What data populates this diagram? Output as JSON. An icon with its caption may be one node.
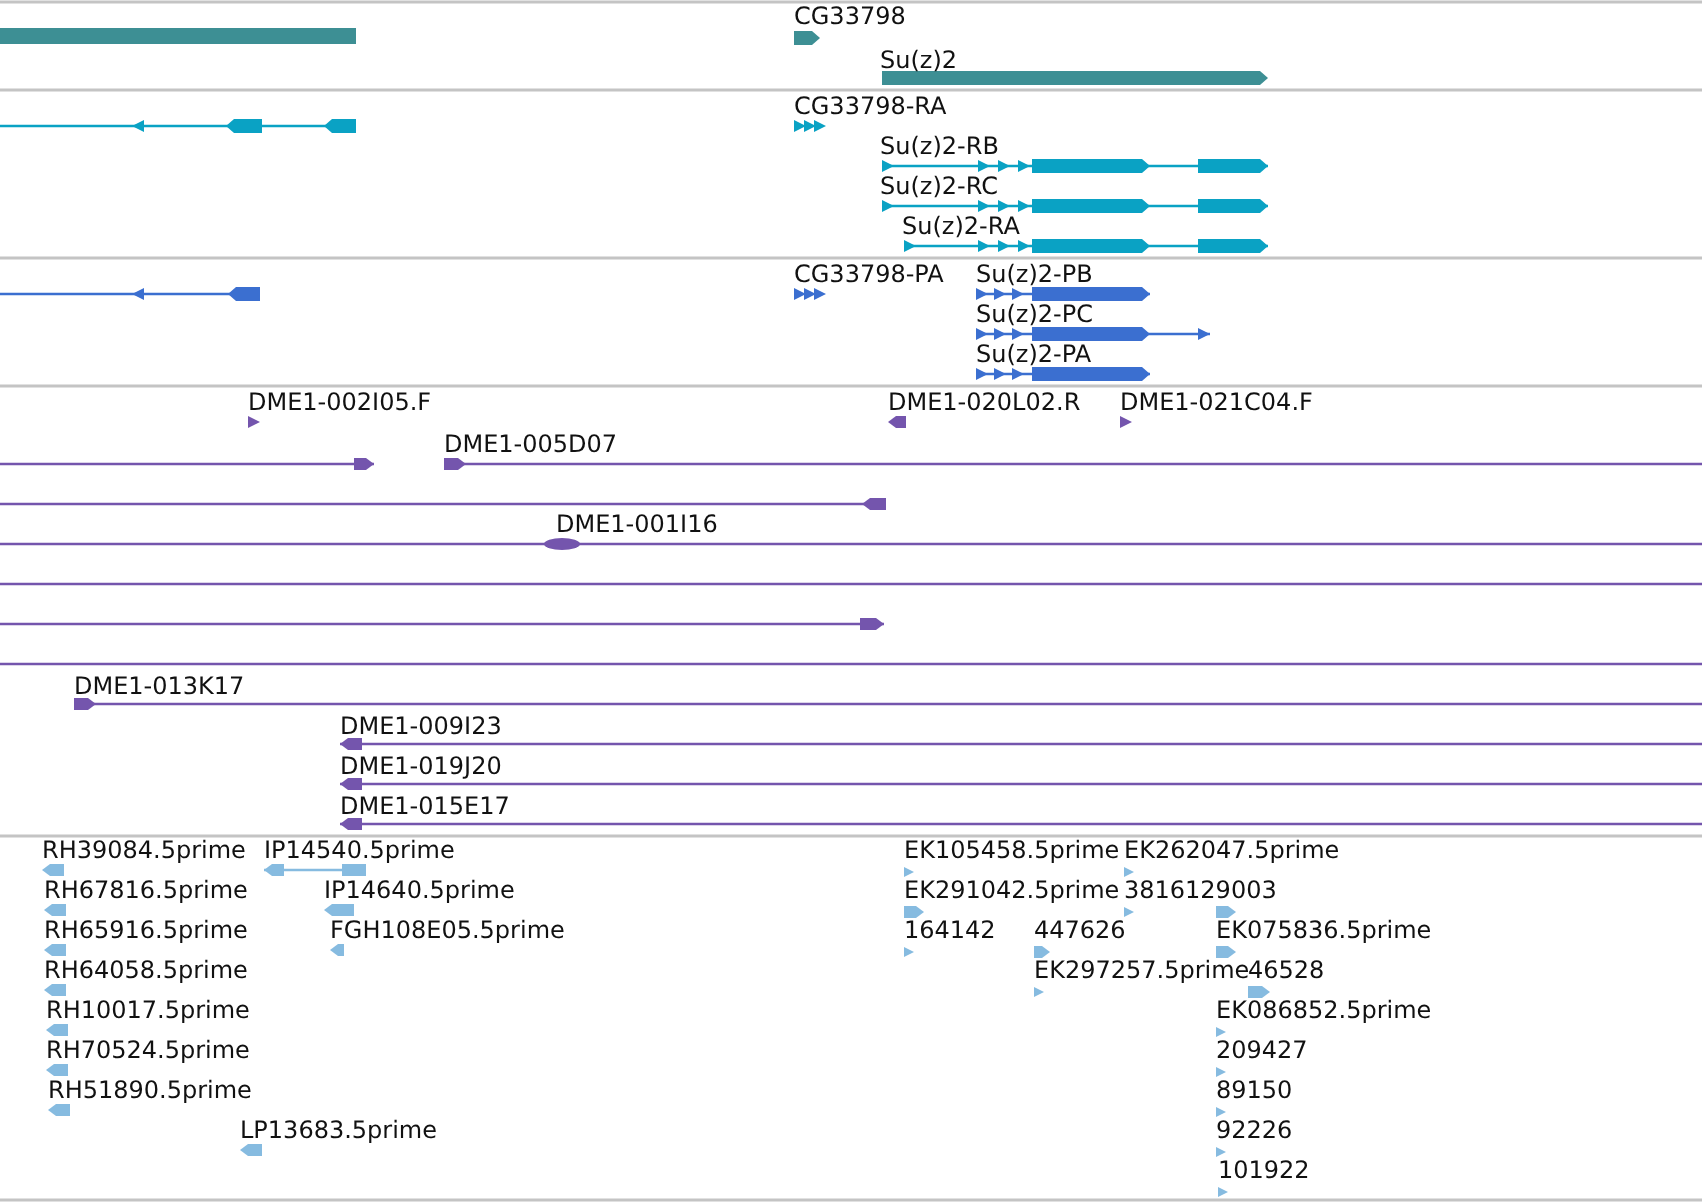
{
  "diagram": {
    "labels": [
      "CG33798",
      "Su(z)2",
      "CG33798-RA",
      "Su(z)2-RB",
      "Su(z)2-RC",
      "Su(z)2-RA",
      "CG33798-PA",
      "Su(z)2-PB",
      "Su(z)2-PC",
      "Su(z)2-PA",
      "DME1-002I05.F",
      "DME1-020L02.R",
      "DME1-021C04.F",
      "DME1-005D07",
      "DME1-001I16",
      "DME1-013K17",
      "DME1-009I23",
      "DME1-019J20",
      "DME1-015E17",
      "RH39084.5prime",
      "IP14540.5prime",
      "EK105458.5prime",
      "EK262047.5prime",
      "RH67816.5prime",
      "IP14640.5prime",
      "EK291042.5prime",
      "3816129003",
      "RH65916.5prime",
      "FGH108E05.5prime",
      "164142",
      "447626",
      "EK075836.5prime",
      "RH64058.5prime",
      "EK297257.5prime",
      "46528",
      "RH10017.5prime",
      "EK086852.5prime",
      "RH70524.5prime",
      "209427",
      "RH51890.5prime",
      "89150",
      "LP13683.5prime",
      "92226",
      "101922"
    ]
  }
}
